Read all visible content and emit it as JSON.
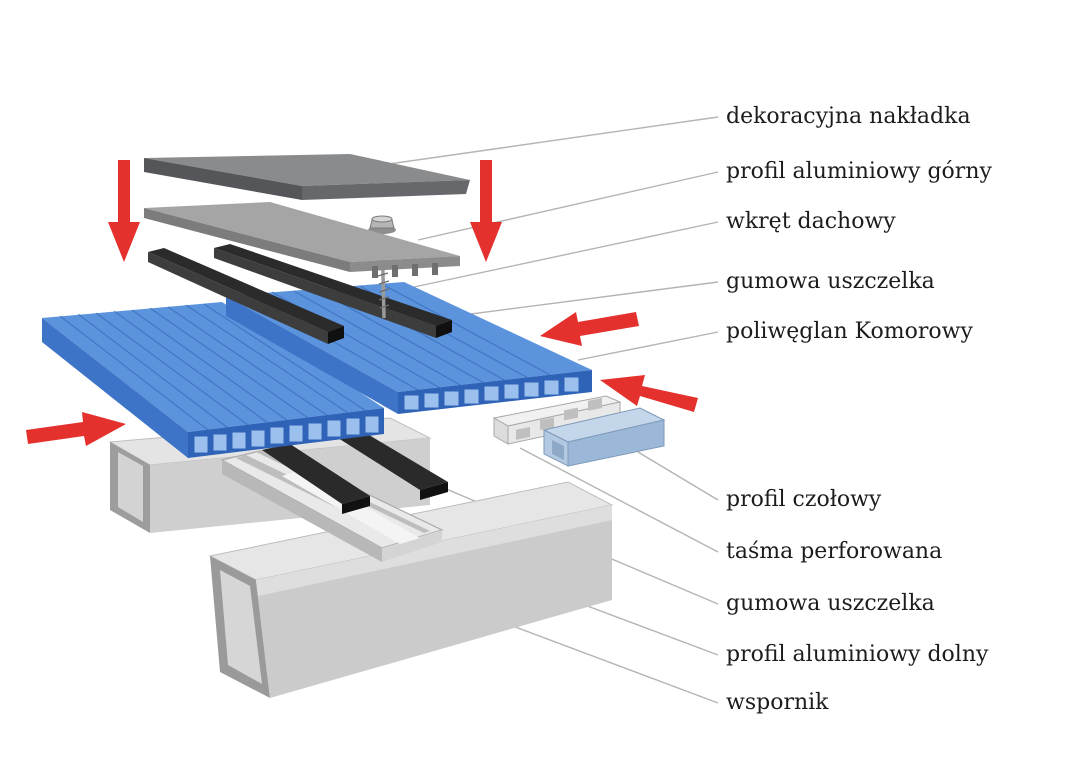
{
  "labels": {
    "dekoracyjna": "dekoracyjna nakładka",
    "profil_gorny": "profil aluminiowy górny",
    "wkret": "wkręt dachowy",
    "uszczelka_top": "gumowa uszczelka",
    "poliweglan": "poliwęglan Komorowy",
    "profil_czolowy": "profil czołowy",
    "tasma": "taśma perforowana",
    "uszczelka_bottom": "gumowa uszczelka",
    "profil_dolny": "profil aluminiowy dolny",
    "wspornik": "wspornik"
  },
  "colors": {
    "polycarbonate": "#4d86d6",
    "polycarbonate_dark": "#2f5fae",
    "aluminium": "#c9c9c9",
    "cap": "#6f7072",
    "rubber": "#262626",
    "arrow": "#e5312e",
    "leader": "#b4b4b4",
    "support": "#d7d7d7"
  }
}
